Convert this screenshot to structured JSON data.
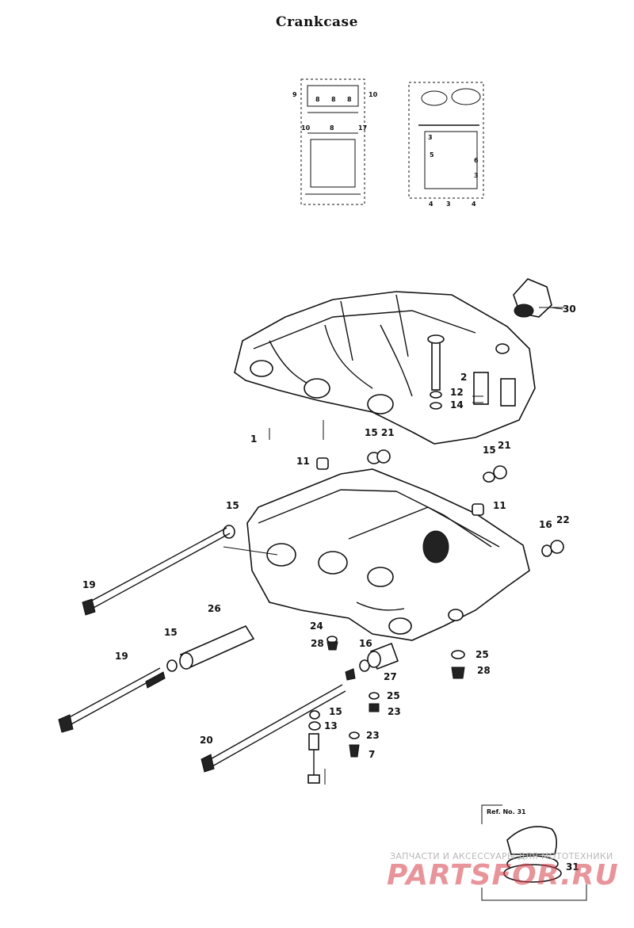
{
  "title": "Crankcase",
  "thumb_left_labels": [
    "9",
    "8",
    "8",
    "8",
    "10",
    "10",
    "8",
    "17"
  ],
  "thumb_right_labels": [
    "3",
    "5",
    "6",
    "3",
    "4",
    "3",
    "4"
  ],
  "parts": {
    "p1": "1",
    "p2": "2",
    "p11a": "11",
    "p11b": "11",
    "p12": "12",
    "p14": "14",
    "p15_21": "15 21",
    "p15a": "15",
    "p21": "21",
    "p15b": "15",
    "p15c": "15",
    "p15d": "15",
    "p16a": "16",
    "p16b": "16",
    "p22": "22",
    "p19a": "19",
    "p19b": "19",
    "p20": "20",
    "p26": "26",
    "p24": "24",
    "p28a": "28",
    "p28b": "28",
    "p25a": "25",
    "p25b": "25",
    "p27": "27",
    "p23a": "23",
    "p23b": "23",
    "p13": "13",
    "p7": "7",
    "p30": "30",
    "p31": "31"
  },
  "inset_label": "Ref. No. 31",
  "watermark": {
    "text": "ЗАПЧАСТИ И АКСЕССУАРЫ ДЛЯ МОТОТЕХНИКИ",
    "logo": "PARTSFOR.RU"
  }
}
